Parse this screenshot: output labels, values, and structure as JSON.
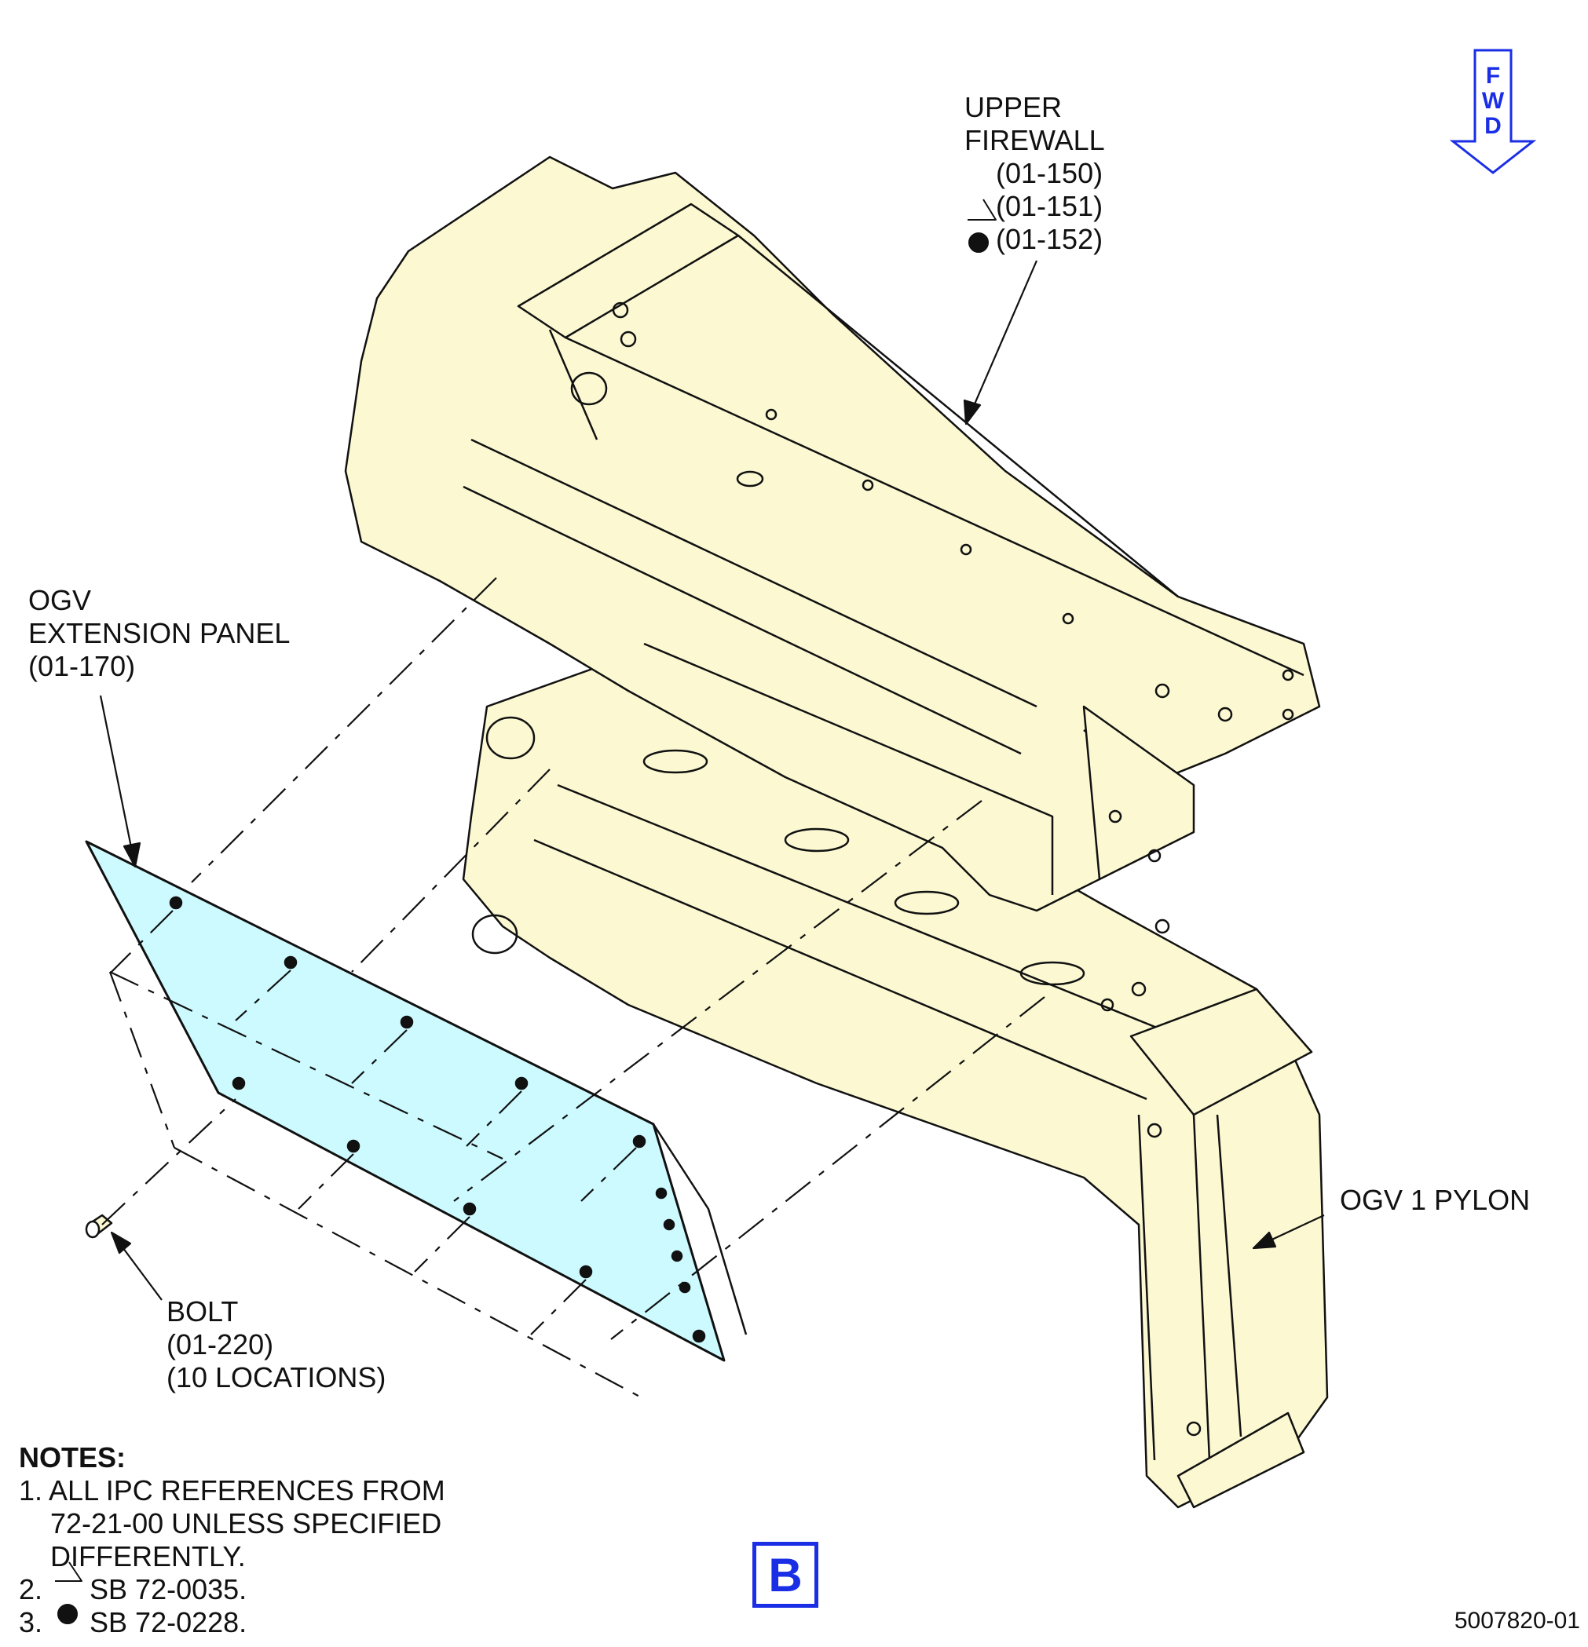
{
  "labels": {
    "upper_firewall": {
      "title_line1": "UPPER",
      "title_line2": "FIREWALL",
      "ref1": "(01-150)",
      "ref2": "(01-151)",
      "ref3": "(01-152)"
    },
    "ogv_extension_panel": {
      "line1": "OGV",
      "line2": "EXTENSION PANEL",
      "ref": "(01-170)"
    },
    "bolt": {
      "line1": "BOLT",
      "ref": "(01-220)",
      "qty": "(10 LOCATIONS)"
    },
    "pylon": "OGV 1 PYLON"
  },
  "fwd_indicator": {
    "letters": [
      "F",
      "W",
      "D"
    ],
    "color": "#1a2ee6"
  },
  "notes": {
    "title": "NOTES:",
    "items": [
      "1. ALL IPC REFERENCES FROM",
      "    72-21-00 UNLESS SPECIFIED",
      "    DIFFERENTLY.",
      "2.      SB 72-0035.",
      "3.      SB 72-0228."
    ]
  },
  "view_label": "B",
  "drawing_number": "5007820-01",
  "colors": {
    "structure_fill": "#fbf8d2",
    "panel_fill": "#ccfaff",
    "accent_blue": "#1a2ee6",
    "line": "#111111"
  }
}
